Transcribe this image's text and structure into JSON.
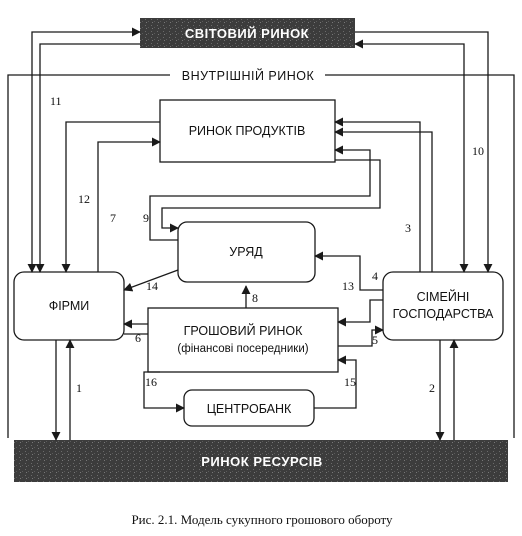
{
  "bands": {
    "world_market": "СВІТОВИЙ РИНОК",
    "resource_market": "РИНОК РЕСУРСІВ"
  },
  "inner_market": "ВНУТРІШНІЙ РИНОК",
  "boxes": {
    "product_market": "РИНОК ПРОДУКТІВ",
    "government": "УРЯД",
    "firms": "ФІРМИ",
    "households_line1": "СІМЕЙНІ",
    "households_line2": "ГОСПОДАРСТВА",
    "money_market_line1": "ГРОШОВИЙ РИНОК",
    "money_market_line2": "(фінансові посередники)",
    "central_bank": "ЦЕНТРОБАНК"
  },
  "flow_numbers": [
    "1",
    "2",
    "3",
    "4",
    "5",
    "6",
    "7",
    "8",
    "9",
    "10",
    "11",
    "12",
    "13",
    "14",
    "15",
    "16"
  ],
  "caption": "Рис. 2.1. Модель сукупного грошового обороту",
  "colors": {
    "band_fill": "#3a3a3a",
    "line": "#1a1a1a"
  }
}
